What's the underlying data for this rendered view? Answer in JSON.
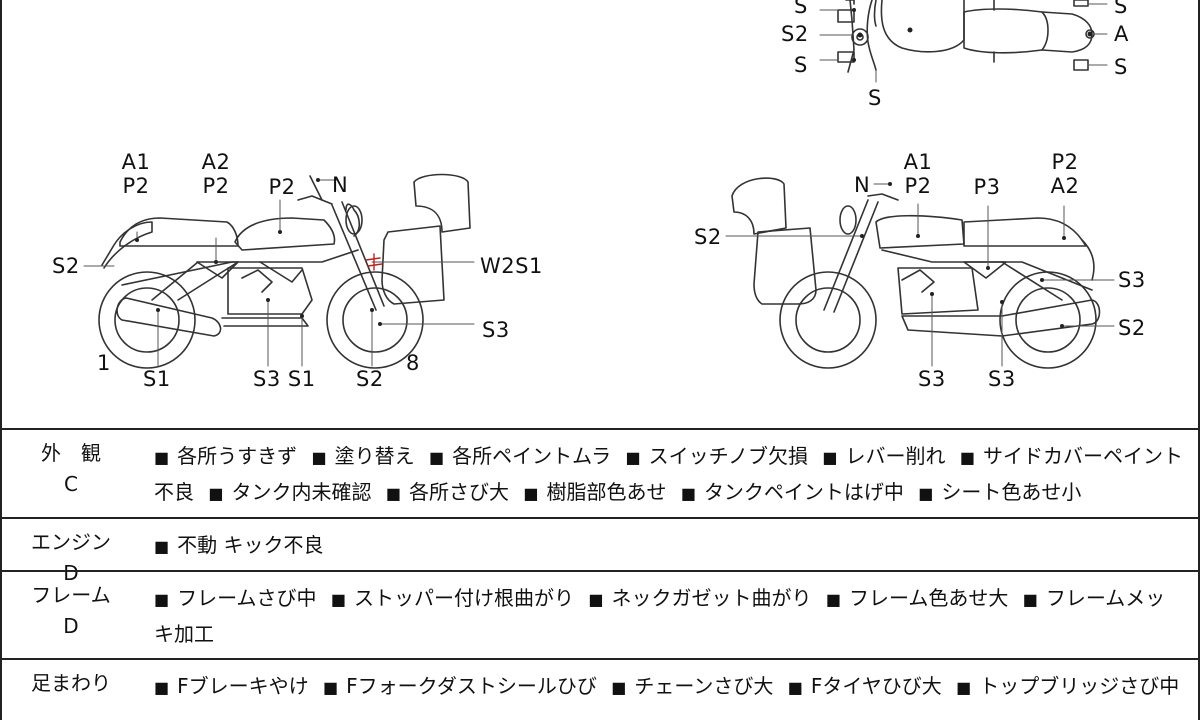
{
  "diagram": {
    "top_labels": {
      "s_tl": "S",
      "s2_l": "S2",
      "s_bl": "S",
      "s_bottom": "S",
      "s_tr": "S",
      "a_r": "A",
      "s_br": "S"
    },
    "left_labels": {
      "a1_p2_a": "A1\nP2",
      "a2_p2": "A2\nP2",
      "p2": "P2",
      "n": "N",
      "s2": "S2",
      "w2s1": "W2S1",
      "s3_right": "S3",
      "num_1": "1",
      "s1_a": "S1",
      "s3_s1": "S3 S1",
      "s2_bottom": "S2",
      "num_8": "8"
    },
    "right_labels": {
      "n": "N",
      "a1_p2": "A1\nP2",
      "p3": "P3",
      "p2_a2": "P2\nA2",
      "s2_left": "S2",
      "s3_mid": "S3",
      "s2_right": "S2",
      "s3_bottom_a": "S3",
      "s3_bottom_b": "S3"
    }
  },
  "table": {
    "bullet": "■",
    "rows": [
      {
        "name": "外　観",
        "grade": "C",
        "items": [
          "各所うすきず",
          "塗り替え",
          "各所ペイントムラ",
          "スイッチノブ欠損",
          "レバー削れ",
          "サイドカバーペイント不良",
          "タンク内未確認",
          "各所さび大",
          "樹脂部色あせ",
          "タンクペイントはげ中",
          "シート色あせ小"
        ]
      },
      {
        "name": "エンジン",
        "grade": "D",
        "items": [
          "不動 キック不良"
        ]
      },
      {
        "name": "フレーム",
        "grade": "D",
        "items": [
          "フレームさび中",
          "ストッパー付け根曲がり",
          "ネックガゼット曲がり",
          "フレーム色あせ大",
          "フレームメッキ加工"
        ]
      },
      {
        "name": "足まわり",
        "grade": "",
        "items": [
          "Fブレーキやけ",
          "Fフォークダストシールひび",
          "チェーンさび大",
          "Fタイヤひび大",
          "トップブリッジさび中"
        ]
      }
    ]
  }
}
